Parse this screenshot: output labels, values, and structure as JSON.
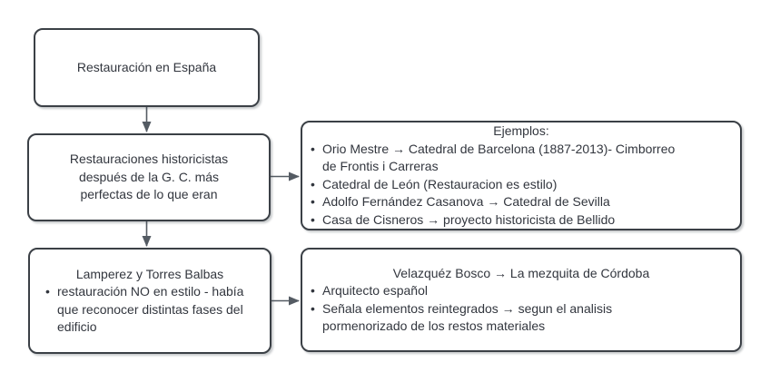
{
  "style": {
    "box_border": "#3b4046",
    "box_fill": "#ffffff",
    "text_color": "#32363e",
    "arrow_color": "#545b63"
  },
  "nodes": {
    "root": {
      "text": "Restauración en España"
    },
    "historicistas": {
      "lines": [
        "Restauraciones historicistas",
        "después de la G. C. más",
        "perfectas de lo que eran"
      ]
    },
    "ejemplos": {
      "title": "Ejemplos:",
      "bullets": [
        [
          "Orio Mestre → Catedral de Barcelona (1887-2013)- Cimborreo",
          "de Frontis i Carreras"
        ],
        [
          "Catedral de León (Restauracion es estilo)"
        ],
        [
          "Adolfo Fernández Casanova → Catedral de Sevilla"
        ],
        [
          "Casa de Cisneros → proyecto historicista de Bellido"
        ]
      ]
    },
    "lamperez": {
      "title": "Lamperez y Torres Balbas",
      "bullets": [
        [
          "restauración NO en estilo - había",
          "que reconocer distintas fases del",
          "edificio"
        ]
      ]
    },
    "velazquez": {
      "title": "Velazquéz Bosco → La mezquita de Córdoba",
      "bullets": [
        [
          "Arquitecto español"
        ],
        [
          "Señala elementos reintegrados → segun el analisis",
          "pormenorizado de los restos materiales"
        ]
      ]
    }
  }
}
